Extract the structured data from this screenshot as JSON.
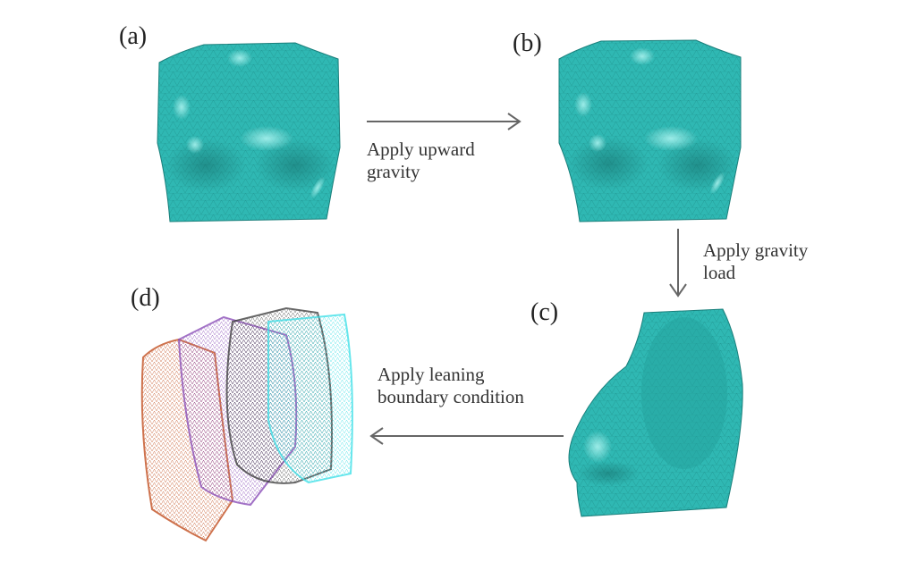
{
  "figure": {
    "panels": [
      {
        "id": "a",
        "label": "(a)",
        "view": "front",
        "state": "initial"
      },
      {
        "id": "b",
        "label": "(b)",
        "view": "front",
        "state": "after upward gravity"
      },
      {
        "id": "c",
        "label": "(c)",
        "view": "side",
        "state": "after gravity load"
      },
      {
        "id": "d",
        "label": "(d)",
        "view": "side overlay",
        "state": "leaning positions"
      }
    ],
    "steps": [
      {
        "from": "a",
        "to": "b",
        "line1": "Apply upward",
        "line2": "gravity",
        "direction": "right"
      },
      {
        "from": "b",
        "to": "c",
        "line1": "Apply gravity",
        "line2": "load",
        "direction": "down"
      },
      {
        "from": "c",
        "to": "d",
        "line1": "Apply leaning",
        "line2": "boundary condition",
        "direction": "left"
      }
    ],
    "colors": {
      "mesh_fill": "#2fb8b3",
      "mesh_shade": "#1f8f8c",
      "mesh_highlight": "#8fe8e2",
      "arrow": "#666666",
      "overlay_series": [
        "#c65a2e",
        "#8b4fb8",
        "#444444",
        "#3fe0e8"
      ]
    }
  }
}
